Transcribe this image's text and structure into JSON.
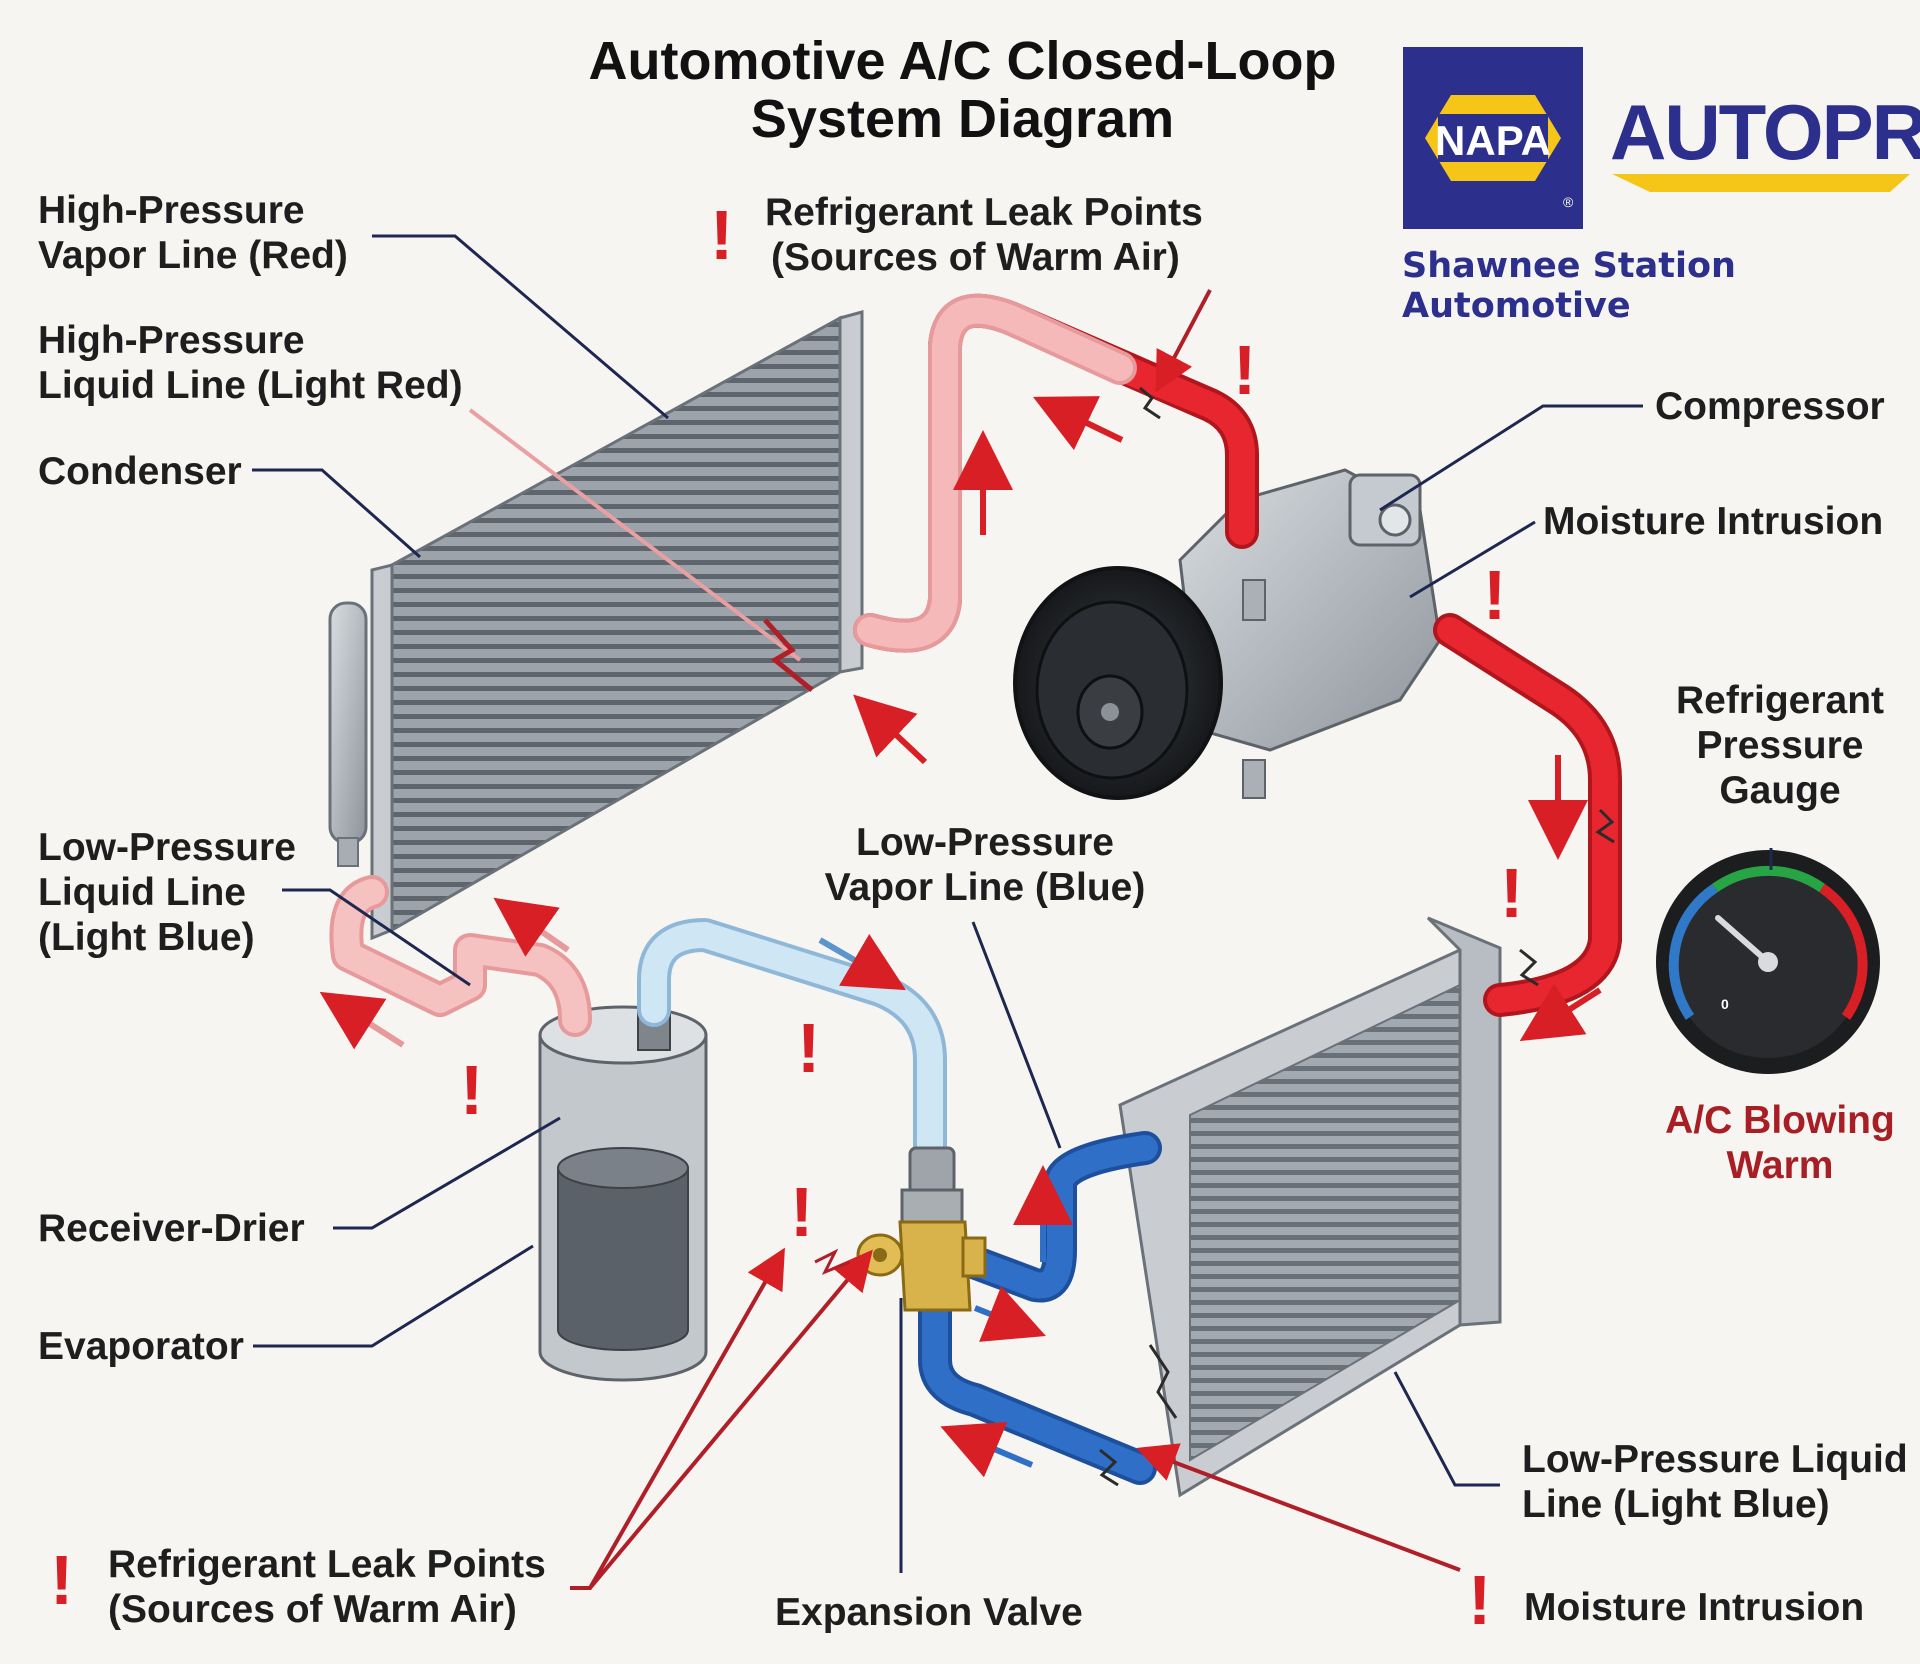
{
  "title": "Automotive A/C Closed-Loop System Diagram",
  "title_lines": [
    "Automotive A/C Closed-Loop",
    "System Diagram"
  ],
  "logo": {
    "napa": "NAPA",
    "registered": "®",
    "autopro": "AUTOPRO",
    "shop": "Shawnee Station Automotive"
  },
  "labels": {
    "hp_vapor": [
      "High-Pressure",
      "Vapor Line (Red)"
    ],
    "hp_liquid": [
      "High-Pressure",
      "Liquid Line (Light Red)"
    ],
    "condenser": "Condenser",
    "lp_liquid_left": [
      "Low-Pressure",
      "Liquid Line",
      "(Light Blue)"
    ],
    "receiver_drier": "Receiver-Drier",
    "evaporator": "Evaporator",
    "leak_top": [
      "Refrigerant Leak Points",
      "(Sources of Warm Air)"
    ],
    "leak_bottom": [
      "Refrigerant Leak Points",
      "(Sources of Warm Air)"
    ],
    "compressor": "Compressor",
    "moisture_top": "Moisture Intrusion",
    "gauge": [
      "Refrigerant",
      "Pressure",
      "Gauge"
    ],
    "ac_warm": [
      "A/C Blowing",
      "Warm"
    ],
    "lp_vapor": [
      "Low-Pressure",
      "Vapor Line (Blue)"
    ],
    "expansion_valve": "Expansion Valve",
    "lp_liquid_right": [
      "Low-Pressure Liquid",
      "Line (Light Blue)"
    ],
    "moisture_bottom": "Moisture Intrusion"
  },
  "warning_symbol": "!",
  "gauge_zero": "0",
  "colors": {
    "navy": "#2c2f8c",
    "yellow": "#f5c518",
    "hp_vapor": "#e8262f",
    "hp_liquid": "#f4a7a7",
    "lp_vapor": "#2f6fc7",
    "lp_liquid": "#bfdff2",
    "warning": "#d81f26"
  }
}
